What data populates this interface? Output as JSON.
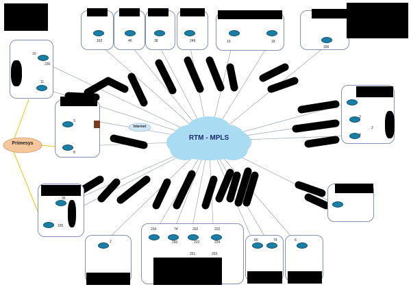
{
  "colors": {
    "cloud_fill": "#a9dcf3",
    "cloud_text": "#1b2a6b",
    "primesys_fill": "#f6c79c",
    "spoke_line": "#9aa5ad",
    "primesys_link": "#f2c200",
    "router": "#1a7fa6",
    "redaction": "#000000",
    "site_border": "#7f8fb3"
  },
  "core": {
    "label": "RTM - MPLS"
  },
  "primesys": {
    "label": "Primesys"
  },
  "internet": {
    "label": "Internet"
  },
  "sites": {
    "top_1": "162",
    "top_2": "46",
    "top_3": "38",
    "top_4": "249",
    "top_5a": "10",
    "top_5b": "18",
    "top_right": "166",
    "left_top_a": "10",
    "left_top_b": "230",
    "left_top_c": "11",
    "left_mid_a": "3",
    "left_mid_b": "8",
    "left_bottom_a": "35",
    "left_bottom_b": "155",
    "right_a": "3",
    "right_b": "2",
    "right_c": "4",
    "bottom_1": "2",
    "bc_1": "234",
    "bc_2": "74",
    "bc_3": "202",
    "bc_4": "222",
    "bc_5": "160",
    "bc_6": "222",
    "bc_7": "224",
    "bc_8": "251",
    "bc_9": "253",
    "bottom_r1": "90",
    "bottom_r2": "74",
    "bottom_r3": "6"
  }
}
